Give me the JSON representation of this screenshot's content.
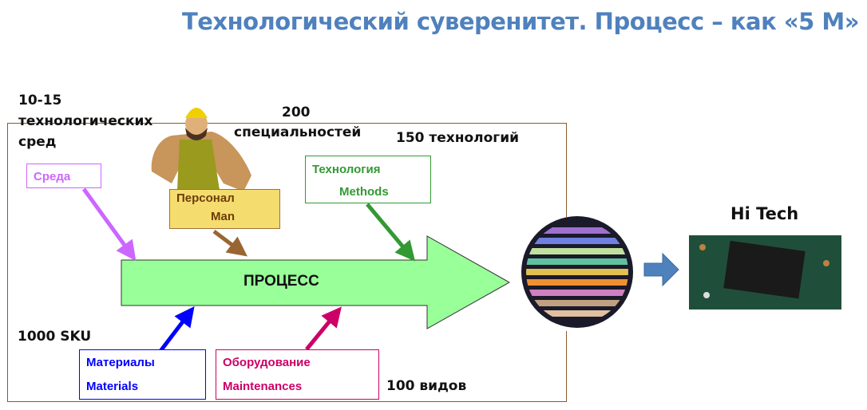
{
  "title": "Технологический суверенитет. Процесс – как «5 М»",
  "labels": {
    "envs": [
      "10-15",
      "технологических",
      "сред"
    ],
    "specialties": [
      "200",
      "специальностей"
    ],
    "technologies": "150 технологий",
    "sku": "1000 SKU",
    "kinds": "100 видов",
    "hitech": "Hi Tech"
  },
  "boxes": {
    "environment": {
      "ru": "Среда",
      "color": "#cc66ff"
    },
    "personnel": {
      "ru": "Персонал",
      "en": "Man",
      "color": "#6b3d0a",
      "fill": "#f5dc6e"
    },
    "technology": {
      "ru": "Технология",
      "en": "Methods",
      "color": "#339933"
    },
    "materials": {
      "ru": "Материалы",
      "en": "Materials",
      "color": "#0000ff"
    },
    "equipment": {
      "ru": "Оборудование",
      "en": "Maintenances",
      "color": "#cc0066"
    }
  },
  "process": {
    "label": "ПРОЦЕСС",
    "fill": "#99ff99"
  }
}
